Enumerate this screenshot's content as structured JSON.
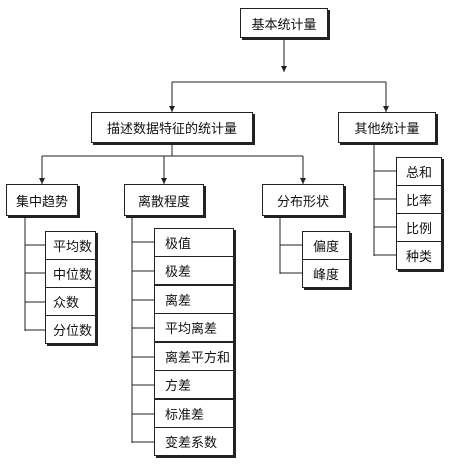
{
  "root": "基本统计量",
  "branches": [
    {
      "label": "描述数据特征的统计量",
      "groups": [
        {
          "label": "集中趋势",
          "items": [
            "平均数",
            "中位数",
            "众数",
            "分位数"
          ]
        },
        {
          "label": "离散程度",
          "items": [
            "极值",
            "极差",
            "离差",
            "平均离差",
            "离差平方和",
            "方差",
            "标准差",
            "变差系数"
          ]
        },
        {
          "label": "分布形状",
          "items": [
            "偏度",
            "峰度"
          ]
        }
      ]
    },
    {
      "label": "其他统计量",
      "items": [
        "总和",
        "比率",
        "比例",
        "种类"
      ]
    }
  ]
}
